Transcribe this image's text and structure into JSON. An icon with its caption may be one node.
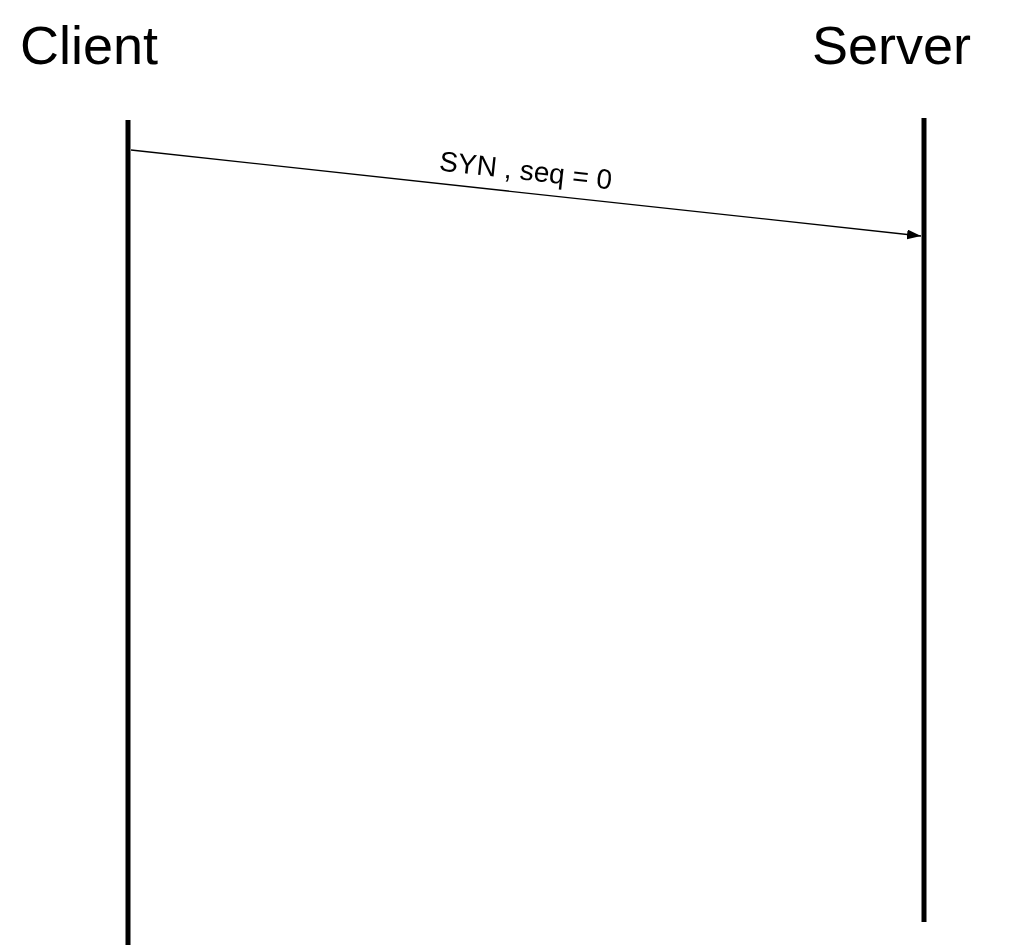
{
  "diagram": {
    "nodes": [
      {
        "text": [
          "Client"
        ]
      },
      {
        "text": [
          "Server"
        ]
      }
    ],
    "edges": [
      {
        "from": 0,
        "to": 1,
        "arrow": "to",
        "label": "SYN , seq = 0"
      }
    ]
  }
}
